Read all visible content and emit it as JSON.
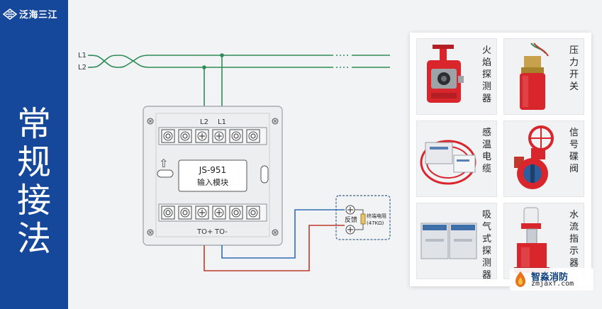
{
  "brand": {
    "name": "泛海三江"
  },
  "side_title": [
    "常",
    "规",
    "接",
    "法"
  ],
  "bus": {
    "l1": "L1",
    "l2": "L2"
  },
  "module": {
    "top_l2": "L2",
    "top_l1": "L1",
    "name": "JS-951",
    "subtitle": "输入模块",
    "bottom_to_plus": "TO+",
    "bottom_to_minus": "TO-",
    "arrow_glyph": "⇧"
  },
  "terminal": {
    "feedback": "反馈",
    "resistor": "终端电阻",
    "resistor_value": "(47KΩ)"
  },
  "devices": [
    {
      "label": "火焰探测器"
    },
    {
      "label": "压力开关"
    },
    {
      "label": "感温电缆"
    },
    {
      "label": "信号碟阀"
    },
    {
      "label": "吸气式探测器"
    },
    {
      "label": "水流指示器"
    }
  ],
  "watermark": {
    "name": "智淼消防",
    "url": "zmjaxf.com"
  },
  "colors": {
    "band": "#15479a",
    "bus_wire": "#2e8b57",
    "blue_wire": "#2f6db5",
    "red_wire": "#c0392b",
    "device_red": "#d8262c"
  }
}
